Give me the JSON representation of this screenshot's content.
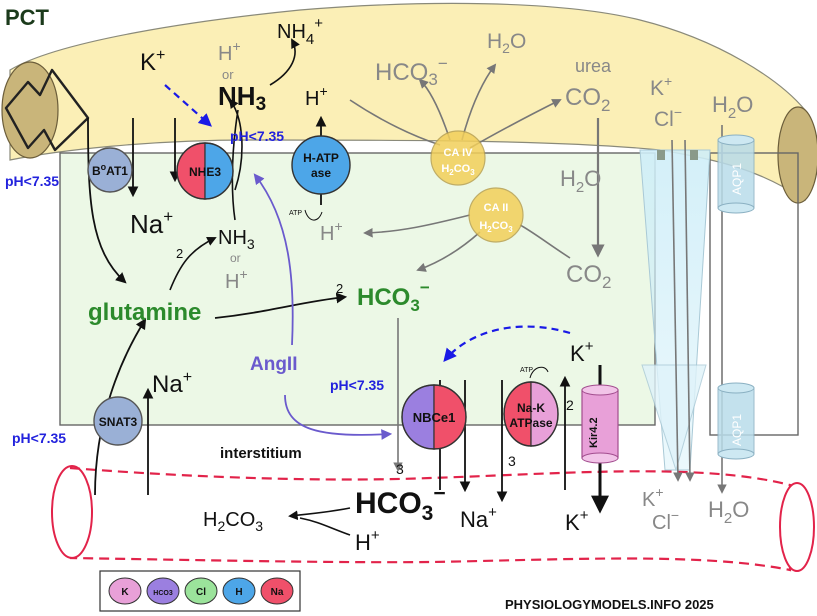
{
  "title": "PCT",
  "footer": "PHYSIOLOGYMODELS.INFO 2025",
  "colors": {
    "lumen": "#fbefb6",
    "cell": "#e9f7e2",
    "cell_border": "#666666",
    "green_text": "#2c8a2c",
    "blue_text": "#2222dd",
    "angII": "#6a5acd",
    "ion_K": "#e8a0d8",
    "ion_HCO3": "#9b7fe0",
    "ion_Cl": "#9be39b",
    "ion_H": "#4da6e8",
    "ion_Na": "#f0506a",
    "enzyme": "#f2cf5a"
  },
  "lumen_labels": {
    "k_plus": "K",
    "k_plus_sup": "+",
    "h_plus_or": "H",
    "h_plus_or_sup": "+",
    "or_text": "or",
    "nh3": "NH",
    "nh3_sub": "3",
    "nh4": "NH",
    "nh4_sub": "4",
    "nh4_sup": "+",
    "h_plus": "H",
    "h_plus_sup": "+",
    "hco3": "HCO",
    "hco3_sub": "3",
    "hco3_sup": "−",
    "h2o": "H",
    "h2o_sub": "2",
    "h2o_o": "O",
    "urea": "urea",
    "co2": "CO",
    "co2_sub": "2",
    "k_plus_right": "K",
    "k_plus_right_sup": "+",
    "cl_minus": "Cl",
    "cl_minus_sup": "−",
    "h2o_right": "H",
    "h2o_right_sub": "2",
    "h2o_right_o": "O",
    "ph_lumen": "pH<7.35"
  },
  "transporters": {
    "b0at1": "B",
    "b0at1_sup": "o",
    "b0at1_rest": "AT1",
    "nhe3": "NHE3",
    "h_atpase_1": "H-ATP",
    "h_atpase_2": "ase",
    "atp_small": "ATP",
    "ca_iv": "CA IV",
    "ca_ii": "CA II",
    "h2co3_enz": "H",
    "h2co3_enz_sub1": "2",
    "h2co3_enz_co": "CO",
    "h2co3_enz_sub2": "3",
    "aqp1_top": "AQP1",
    "aqp1_bottom": "AQP1",
    "snat3": "SNAT3",
    "nbce1": "NBCe1",
    "na_k_1": "Na-K",
    "na_k_2": "ATPase",
    "kir42": "Kir4.2"
  },
  "cell_labels": {
    "ph_cell": "pH<7.35",
    "na_plus": "Na",
    "na_plus_sup": "+",
    "num_2_nh3": "2",
    "nh3": "NH",
    "nh3_sub": "3",
    "or_text": "or",
    "h_plus": "H",
    "h_plus_sup": "+",
    "glutamine": "glutamine",
    "num_2_hco3": "2",
    "hco3": "HCO",
    "hco3_sub": "3",
    "hco3_sup": "−",
    "h_plus_mid": "H",
    "h_plus_mid_sup": "+",
    "h2o": "H",
    "h2o_sub": "2",
    "h2o_o": "O",
    "co2": "CO",
    "co2_sub": "2",
    "angII": "AngII",
    "ph_basolateral": "pH<7.35",
    "na_plus_low": "Na",
    "na_plus_low_sup": "+",
    "k_plus": "K",
    "k_plus_sup": "+",
    "num_2_nak": "2",
    "num_3_nbc": "3",
    "num_3_nak": "3",
    "ph_left_bottom": "pH<7.35",
    "atp_small": "ATP"
  },
  "interstitium": {
    "label": "interstitium",
    "hco3_big": "HCO",
    "hco3_big_sub": "3",
    "hco3_big_sup": "−",
    "na_plus": "Na",
    "na_plus_sup": "+",
    "k_plus": "K",
    "k_plus_sup": "+",
    "h2co3": "H",
    "h2co3_sub1": "2",
    "h2co3_co": "CO",
    "h2co3_sub2": "3",
    "h_plus": "H",
    "h_plus_sup": "+",
    "k_plus_right": "K",
    "k_plus_right_sup": "+",
    "cl_minus": "Cl",
    "cl_minus_sup": "−",
    "h2o": "H",
    "h2o_sub": "2",
    "h2o_o": "O"
  },
  "legend": [
    {
      "label": "K",
      "color": "#e8a0d8"
    },
    {
      "label": "HCO3",
      "color": "#9b7fe0"
    },
    {
      "label": "Cl",
      "color": "#9be39b"
    },
    {
      "label": "H",
      "color": "#4da6e8"
    },
    {
      "label": "Na",
      "color": "#f0506a"
    }
  ]
}
